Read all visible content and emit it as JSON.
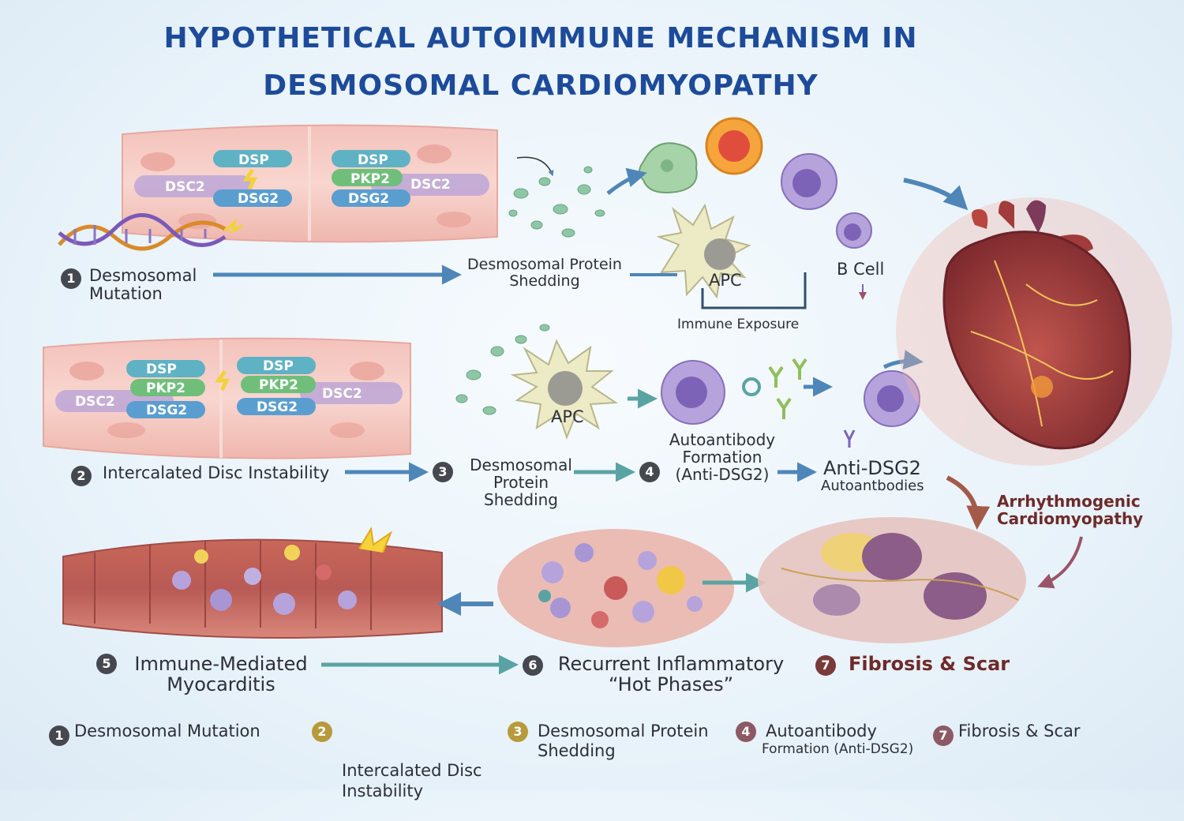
{
  "title": {
    "line1": "HYPOTHETICAL AUTOIMMUNE MECHANISM IN",
    "line2": "DESMOSOMAL CARDIOMYOPATHY"
  },
  "colors": {
    "title": "#1d4b9a",
    "badge_dark": "#45494f",
    "badge_gold": "#b79a3a",
    "badge_mauve": "#8c5a64",
    "badge_brown": "#7a3a3a",
    "arrow_blue": "#4f86b8",
    "arrow_teal": "#5aa3a3",
    "tissue_pink": "#f4c6c0",
    "heart_red": "#a23b3b"
  },
  "proteins": {
    "dsp": "DSP",
    "pkp2": "PKP2",
    "dsg2": "DSG2",
    "dsc2": "DSC2"
  },
  "labels": {
    "step1_num": "1",
    "step1": "Desmosomal\nMutation",
    "shedding_top": "Desmosomal Protein\nShedding",
    "apc_top": "APC",
    "b_cell": "B Cell",
    "immune_exposure": "Immune Exposure",
    "step2_num": "2",
    "step2": "Intercalated Disc Instability",
    "apc_mid": "APC",
    "step3_num": "3",
    "step3": "Desmosomal\nProtein\nShedding",
    "step4_num": "4",
    "step4": "Autoantibody\nFormation\n(Anti-DSG2)",
    "anti_dsg2": "Anti-DSG2",
    "autoantbodies": "Autoantbodies",
    "arrhythmogenic": "Arrhythmogenic\nCardiomyopathy",
    "step5_num": "5",
    "step5": "Immune-Mediated\nMyocarditis",
    "step6_num": "6",
    "step6": "Recurrent Inflammatory\n“Hot Phases”",
    "step7_num": "7",
    "step7": "Fibrosis & Scar"
  },
  "legend": [
    {
      "num": "1",
      "text": "Desmosomal  Mutation",
      "color": "#45494f"
    },
    {
      "num": "2",
      "text": "Intercalated Disc\nInstability",
      "color": "#b79a3a"
    },
    {
      "num": "3",
      "text": "Desmosomal Protein\nShedding",
      "color": "#b79a3a"
    },
    {
      "num": "4",
      "text": "Autoantibody",
      "sub": "Formation (Anti-DSG2)",
      "color": "#8c5a64"
    },
    {
      "num": "7",
      "text": "Fibrosis & Scar",
      "color": "#8c5a64"
    }
  ]
}
